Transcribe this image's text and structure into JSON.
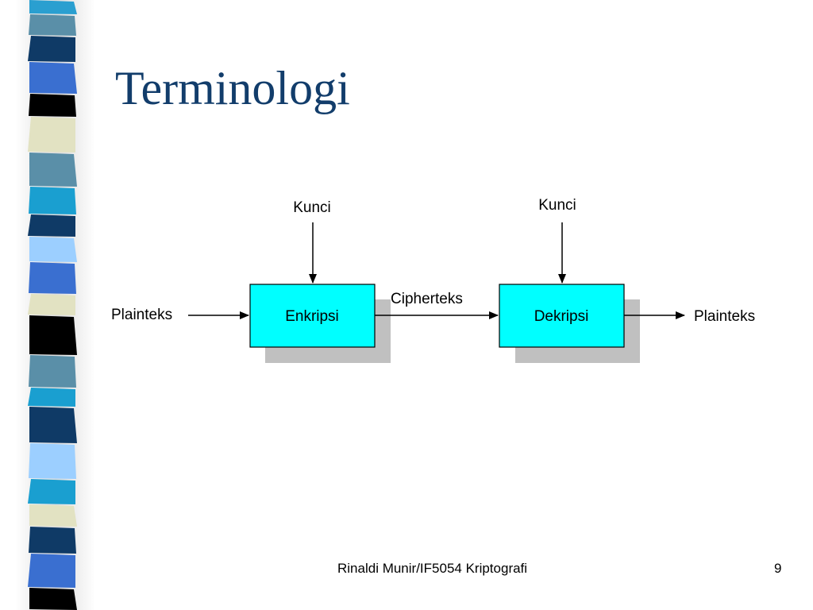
{
  "slide": {
    "title": "Terminologi"
  },
  "diagram": {
    "encrypt": {
      "key_label": "Kunci",
      "box_label": "Enkripsi"
    },
    "decrypt": {
      "key_label": "Kunci",
      "box_label": "Dekripsi"
    },
    "input_label": "Plainteks",
    "intermediate_label": "Cipherteks",
    "output_label": "Plainteks",
    "colors": {
      "box_fill": "#00ffff",
      "box_shadow": "#c0c0c0",
      "stroke": "#000000",
      "title": "#123d6b"
    }
  },
  "footer": {
    "credit": "Rinaldi Munir/IF5054 Kriptografi",
    "page_number": "9"
  }
}
